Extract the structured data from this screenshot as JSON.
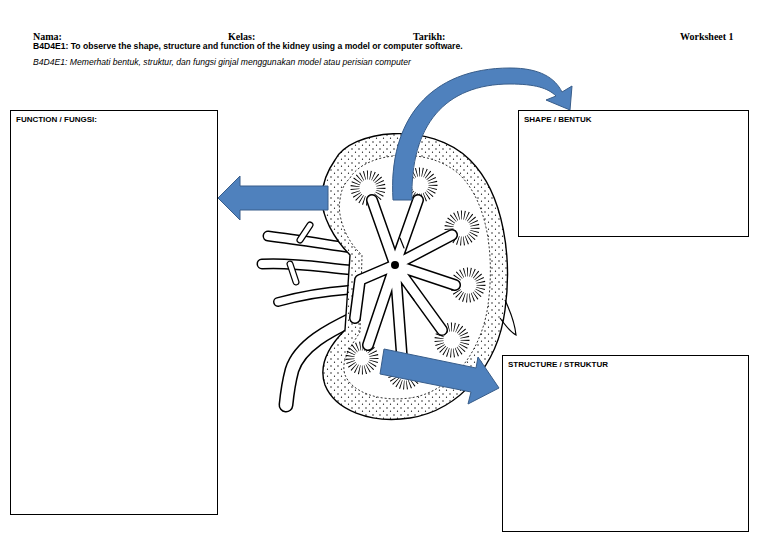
{
  "diagram": {
    "title": "B4D4E1: To observe the shape, structure and function of the kidney using a model or computer software.",
    "nodes": [
      {
        "text": [
          "FUNCTION / FUNGSI:"
        ]
      },
      {
        "text": [
          "SHAPE / BENTUK"
        ]
      },
      {
        "text": [
          "STRUCTURE / STRUKTUR"
        ]
      }
    ],
    "labels": [
      "Nama:",
      "Kelas:",
      "Tarikh:",
      "Worksheet 1",
      "B4D4E1: Memerhati bentuk, struktur, dan fungsi ginjal menggunakan model atau perisian computer"
    ]
  }
}
